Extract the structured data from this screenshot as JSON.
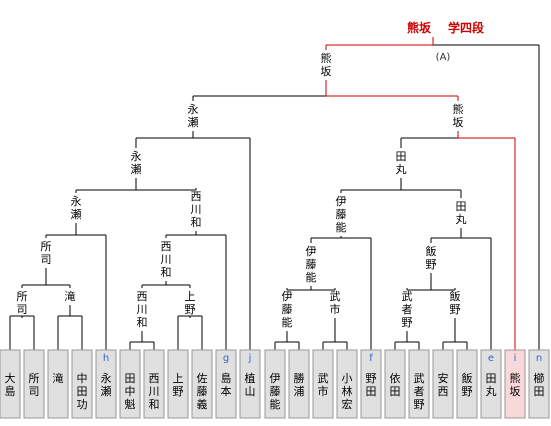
{
  "champion": {
    "name": "熊坂",
    "title": "学四段",
    "round_label": "(A)",
    "color": "#cc0000"
  },
  "colors": {
    "line": "#000000",
    "winner_line": "#cc0000",
    "box_bg": "#e0e0e0",
    "box_border": "#999999",
    "winner_box_bg": "#f8d8d8",
    "seed_letter": "#3366cc"
  },
  "entrants": [
    {
      "name": "大島",
      "seed": ""
    },
    {
      "name": "所司",
      "seed": ""
    },
    {
      "name": "滝",
      "seed": ""
    },
    {
      "name": "中田功",
      "seed": ""
    },
    {
      "name": "永瀬",
      "seed": "h"
    },
    {
      "name": "田中魁",
      "seed": ""
    },
    {
      "name": "西川和",
      "seed": ""
    },
    {
      "name": "上野",
      "seed": ""
    },
    {
      "name": "佐藤義",
      "seed": ""
    },
    {
      "name": "島本",
      "seed": "g"
    },
    {
      "name": "植山",
      "seed": "j"
    },
    {
      "name": "伊藤能",
      "seed": ""
    },
    {
      "name": "勝浦",
      "seed": ""
    },
    {
      "name": "武市",
      "seed": ""
    },
    {
      "name": "小林宏",
      "seed": ""
    },
    {
      "name": "野田",
      "seed": "f"
    },
    {
      "name": "依田",
      "seed": ""
    },
    {
      "name": "武者野",
      "seed": ""
    },
    {
      "name": "安西",
      "seed": ""
    },
    {
      "name": "飯野",
      "seed": ""
    },
    {
      "name": "田丸",
      "seed": "e"
    },
    {
      "name": "熊坂",
      "seed": "i"
    },
    {
      "name": "櫛田",
      "seed": "n"
    }
  ],
  "winners": [
    {
      "id": "m1",
      "name": "所司"
    },
    {
      "id": "m2",
      "name": "滝"
    },
    {
      "id": "m3",
      "name": "所司"
    },
    {
      "id": "m4",
      "name": "永瀬"
    },
    {
      "id": "m5",
      "name": "西川和"
    },
    {
      "id": "m6",
      "name": "上野"
    },
    {
      "id": "m7",
      "name": "西川和"
    },
    {
      "id": "m8",
      "name": "西川和"
    },
    {
      "id": "m9",
      "name": "永瀬"
    },
    {
      "id": "m10",
      "name": "永瀬"
    },
    {
      "id": "m11",
      "name": "伊藤能"
    },
    {
      "id": "m12",
      "name": "武市"
    },
    {
      "id": "m13",
      "name": "伊藤能"
    },
    {
      "id": "m14",
      "name": "伊藤能"
    },
    {
      "id": "m15",
      "name": "武者野"
    },
    {
      "id": "m16",
      "name": "飯野"
    },
    {
      "id": "m17",
      "name": "飯野"
    },
    {
      "id": "m18",
      "name": "田丸"
    },
    {
      "id": "m19",
      "name": "田丸"
    },
    {
      "id": "m20",
      "name": "熊坂"
    },
    {
      "id": "m21",
      "name": "熊坂"
    },
    {
      "id": "m22",
      "name": "熊坂"
    }
  ]
}
